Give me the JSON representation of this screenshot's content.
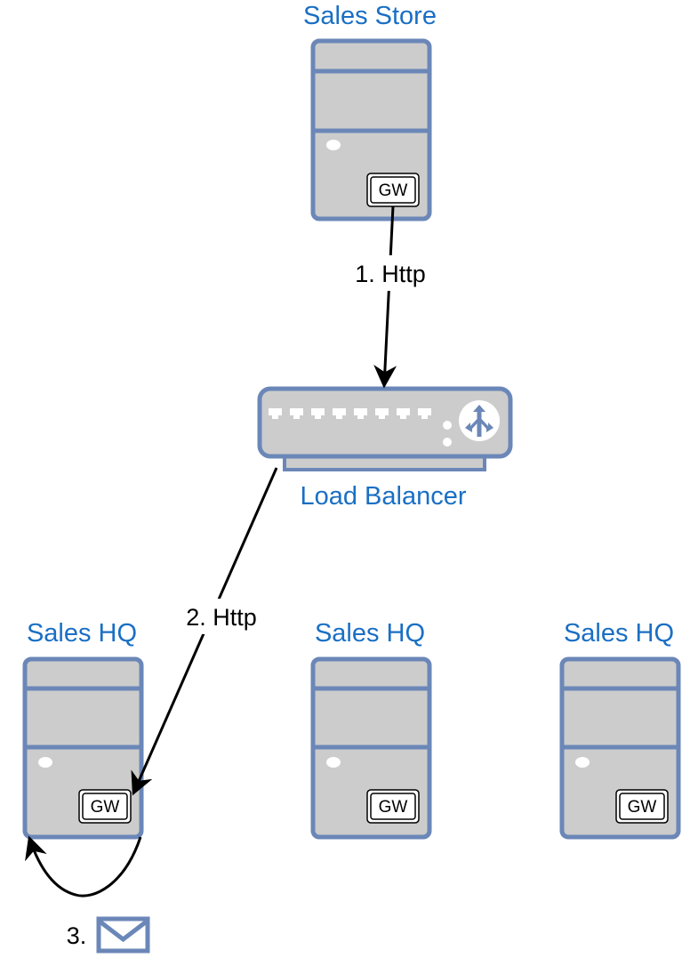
{
  "colors": {
    "label": "#1a6fc4",
    "stroke": "#6b87b8",
    "fill": "#cccccc",
    "edge": "#000000"
  },
  "nodes": {
    "sales_store": {
      "label": "Sales Store",
      "gateway": "GW"
    },
    "load_balancer": {
      "label": "Load Balancer",
      "icon": "load-balancer-split-icon"
    },
    "sales_hq_1": {
      "label": "Sales HQ",
      "gateway": "GW"
    },
    "sales_hq_2": {
      "label": "Sales HQ",
      "gateway": "GW"
    },
    "sales_hq_3": {
      "label": "Sales HQ",
      "gateway": "GW"
    }
  },
  "edges": [
    {
      "from": "sales_store",
      "to": "load_balancer",
      "label": "1. Http"
    },
    {
      "from": "load_balancer",
      "to": "sales_hq_1",
      "label": "2. Http"
    },
    {
      "from": "sales_hq_1",
      "to": "sales_hq_1",
      "label": "3.",
      "icon": "envelope-icon"
    }
  ]
}
